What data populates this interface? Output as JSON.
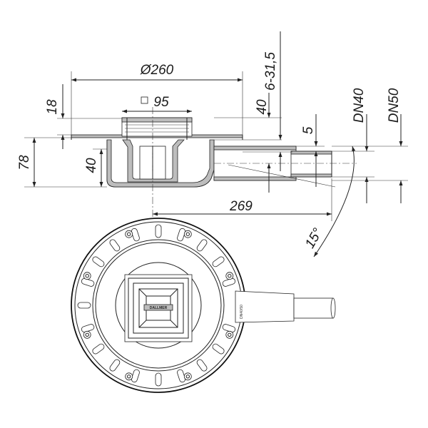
{
  "dimensions": {
    "d260": "Ø260",
    "d95": "95",
    "h18": "18",
    "h78": "78",
    "h40a": "40",
    "h40b": "40",
    "adj": "6-31,5",
    "h5": "5",
    "dn40": "DN40",
    "dn50": "DN50",
    "l269": "269",
    "angle": "15°"
  },
  "labels": {
    "brand": "DALLMER",
    "outlet_mark": "DN40/50"
  },
  "colors": {
    "line": "#222222",
    "fill": "#bdbdbd"
  }
}
